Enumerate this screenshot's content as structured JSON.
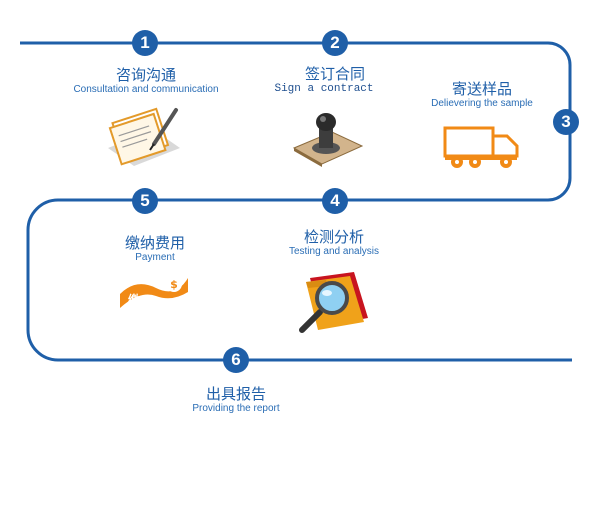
{
  "colors": {
    "line": "#1f5fa8",
    "accent": "#f18a16"
  },
  "steps": [
    {
      "num": "1",
      "title": "咨询沟通",
      "subtitle": "Consultation and communication",
      "icon": "contract-pen-icon"
    },
    {
      "num": "2",
      "title": "签订合同",
      "subtitle": "Sign a contract",
      "icon": "seal-stamp-icon"
    },
    {
      "num": "3",
      "title": "寄送样品",
      "subtitle": "Delievering the sample",
      "icon": "delivery-truck-icon"
    },
    {
      "num": "4",
      "title": "检测分析",
      "subtitle": "Testing and analysis",
      "icon": "magnifier-folder-icon"
    },
    {
      "num": "5",
      "title": "缴纳费用",
      "subtitle": "Payment",
      "icon": "payment-check-icon"
    },
    {
      "num": "6",
      "title": "出具报告",
      "subtitle": "Providing the report",
      "icon": ""
    }
  ],
  "payment_icon_text": {
    "char": "缴",
    "symbol": "$"
  }
}
